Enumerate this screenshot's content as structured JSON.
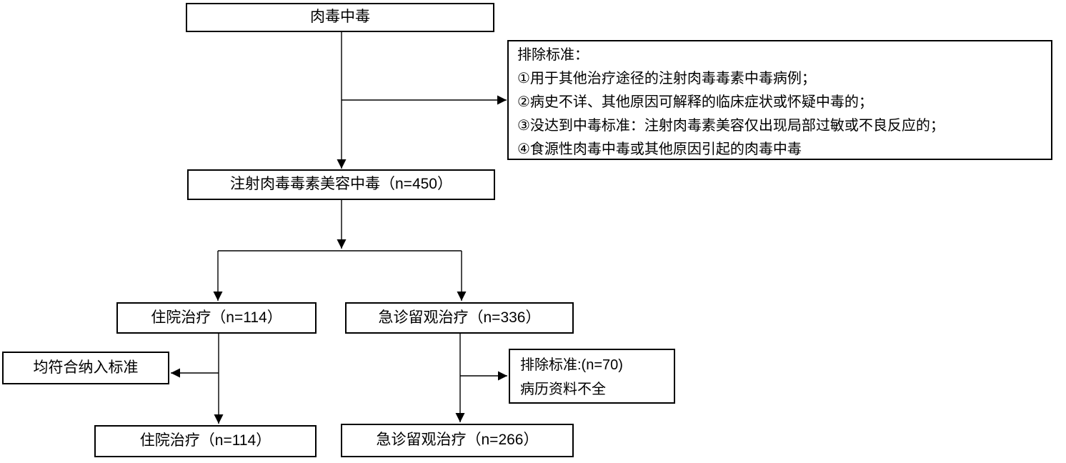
{
  "flowchart": {
    "top_box": {
      "label": "肉毒中毒"
    },
    "exclusion_box": {
      "lines": [
        "排除标准：",
        "①用于其他治疗途径的注射肉毒毒素中毒病例；",
        "②病史不详、其他原因可解释的临床症状或怀疑中毒的；",
        "③没达到中毒标准：注射肉毒素美容仅出现局部过敏或不良反应的；",
        "④食源性肉毒中毒或其他原因引起的肉毒中毒"
      ]
    },
    "cosmetic_poisoning_box": {
      "label": "注射肉毒毒素美容中毒（n=450）"
    },
    "inpatient_box": {
      "label": "住院治疗（n=114）"
    },
    "er_observation_box": {
      "label": "急诊留观治疗（n=336）"
    },
    "inclusion_box": {
      "label": "均符合纳入标准"
    },
    "excluded_records_box": {
      "lines": [
        "排除标准:(n=70)",
        "病历资料不全"
      ]
    },
    "inpatient_final_box": {
      "label": "住院治疗（n=114）"
    },
    "er_observation_final_box": {
      "label": "急诊留观治疗（n=266）"
    }
  },
  "colors": {
    "line": "#000000",
    "box_border": "#000000",
    "text": "#000000",
    "background": "#ffffff"
  }
}
